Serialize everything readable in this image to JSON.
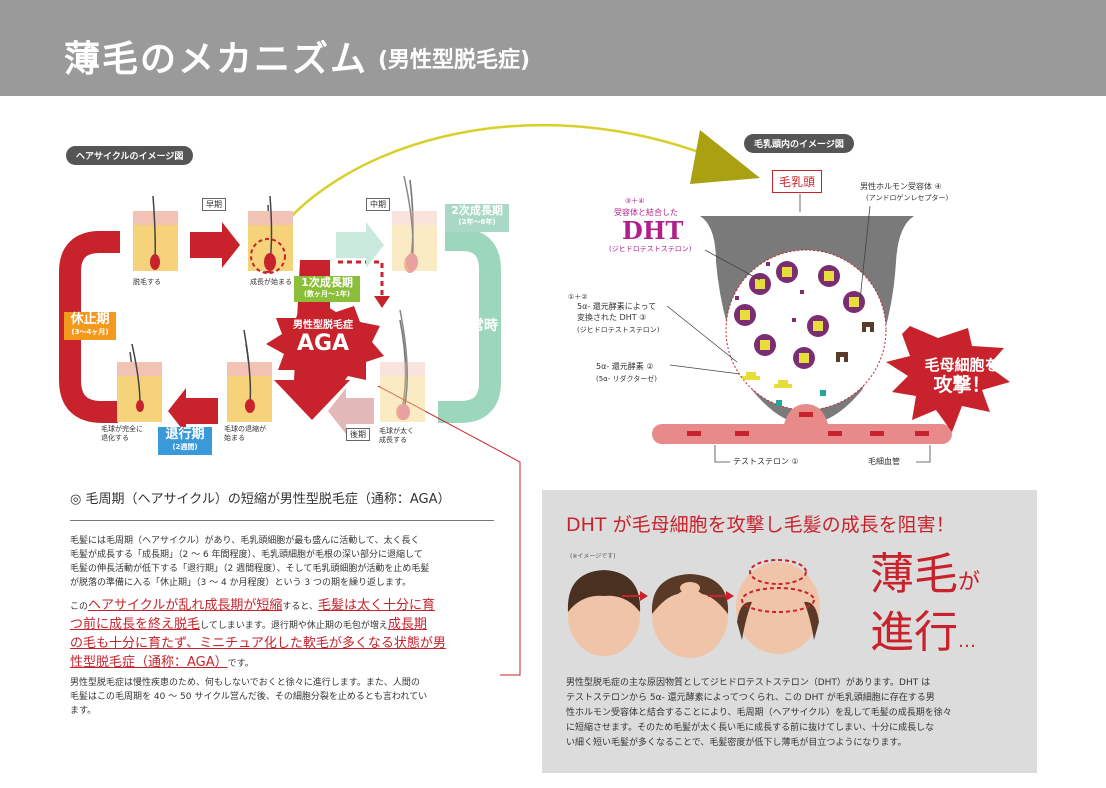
{
  "header": {
    "title": "薄毛のメカニズム",
    "subtitle": "(男性型脱毛症)"
  },
  "cycle": {
    "label": "ヘアサイクルのイメージ図",
    "phase_early": "早期",
    "phase_mid": "中期",
    "phase_late": "後期",
    "captions": {
      "shed": "脱毛する",
      "growth_start": "成長が始まる",
      "complete_regress": [
        "毛球が完全に",
        "退化する"
      ],
      "regress_start": [
        "毛球の退縮が",
        "始まる"
      ],
      "thicken": [
        "毛球が太く",
        "成長する"
      ]
    },
    "stages": {
      "rest": {
        "name": "休止期",
        "period": "(3〜4ヶ月)"
      },
      "growth1": {
        "name": "1次成長期",
        "period": "(数ヶ月〜1年)"
      },
      "growth2": {
        "name": "2次成長期",
        "period": "(2年〜6年)"
      },
      "normal": {
        "name": "正常時"
      },
      "regress": {
        "name": "退行期",
        "period": "(2週間)"
      }
    },
    "aga": {
      "line1": "男性型脱毛症",
      "line2": "AGA"
    }
  },
  "papilla": {
    "label": "毛乳頭内のイメージ図",
    "title": "毛乳頭",
    "receptor": {
      "label": "男性ホルモン受容体 ④",
      "sub": "(アンドロゲンレセプター)"
    },
    "dht": {
      "num": "③＋④",
      "line1": "受容体と結合した",
      "name": "DHT",
      "sub": "(ジヒドロテストステロン)"
    },
    "converted": {
      "num": "①＋②",
      "line1": "5α- 還元酵素によって",
      "line2": "変換された DHT ③",
      "sub": "(ジヒドロテストステロン)"
    },
    "enzyme": {
      "line1": "5α- 還元酵素 ②",
      "sub": "(5α- リダクターゼ)"
    },
    "testosterone": "テストステロン ①",
    "capillary": "毛細血管",
    "attack": {
      "line1": "毛母細胞を",
      "line2": "攻撃！"
    }
  },
  "section": {
    "title": "◎ 毛周期（ヘアサイクル）の短縮が男性型脱毛症（通称：AGA）",
    "p1": [
      "毛髪には毛周期（ヘアサイクル）があり、毛乳頭細胞が最も盛んに活動して、太く長く",
      "毛髪が成長する「成長期」（2 〜 6 年間程度）、毛乳頭細胞が毛根の深い部分に退縮して",
      "毛髪の伸長活動が低下する「退行期」（2 週間程度）、そして毛乳頭細胞が活動を止め毛髪",
      "が脱落の準備に入る「休止期」（3 〜 4 か月程度）という 3 つの期を繰り返します。"
    ],
    "p2_a": "この",
    "p2_b": "ヘアサイクルが乱れ成長期が短縮",
    "p2_c": "すると、",
    "p2_d": "毛髪は太く十分に育",
    "p2_e": "つ前に成長を終え脱毛",
    "p2_f": "してしまいます。退行期や休止期の毛包が増え",
    "p2_g": "成長期",
    "p2_h": "の毛も十分に育たず、ミニチュア化した軟毛が多くなる状態が男",
    "p2_i": "性型脱毛症（通称：AGA）",
    "p2_j": "です。",
    "p3": [
      "男性型脱毛症は慢性疾患のため、何もしないでおくと徐々に進行します。また、人間の",
      "毛髪はこの毛周期を 40 〜 50 サイクル営んだ後、その細胞分裂を止めるとも言われてい",
      "ます。"
    ]
  },
  "panel": {
    "title": "DHT が毛母細胞を攻撃し毛髪の成長を阻害！",
    "note": "(※イメージです)",
    "big1": "薄毛",
    "big1_small": "が",
    "big2": "進行",
    "big2_small": "…",
    "body": [
      "男性型脱毛症の主な原因物質としてジヒドロテストステロン（DHT）があります。DHT は",
      "テストステロンから 5α- 還元酵素によってつくられ、この DHT が毛乳頭細胞に存在する男",
      "性ホルモン受容体と結合することにより、毛周期（ヘアサイクル）を乱して毛髪の成長期を徐々",
      "に短縮させます。そのため毛髪が太く長い毛に成長する前に抜けてしまい、十分に成長しな",
      "い細く短い毛髪が多くなることで、毛髪密度が低下し薄毛が目立つようになります。"
    ]
  },
  "colors": {
    "red": "#c8232c",
    "teal": "#59b4a2",
    "blue": "#3a9ad9",
    "orange": "#f39a1e",
    "green": "#8bbf3a",
    "gray": "#9a9a9a"
  }
}
